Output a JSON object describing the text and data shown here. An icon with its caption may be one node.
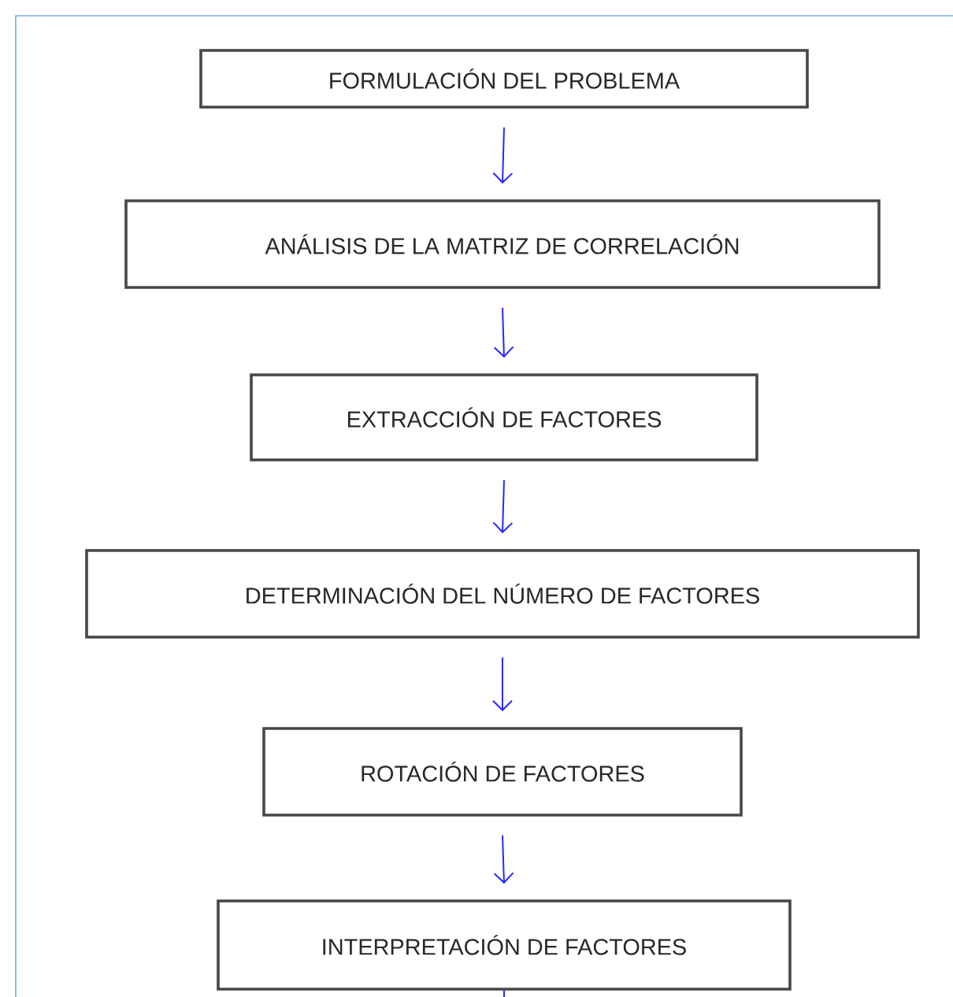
{
  "diagram": {
    "nodes": [
      {
        "text": [
          "FORMULACIÓN DEL PROBLEMA"
        ]
      },
      {
        "text": [
          "ANÁLISIS DE LA MATRIZ DE CORRELACIÓN"
        ]
      },
      {
        "text": [
          "EXTRACCIÓN DE FACTORES"
        ]
      },
      {
        "text": [
          "DETERMINACIÓN DEL NÚMERO DE FACTORES"
        ]
      },
      {
        "text": [
          "ROTACIÓN DE FACTORES"
        ]
      },
      {
        "text": [
          "INTERPRETACIÓN DE FACTORES"
        ]
      }
    ],
    "edges": [
      {
        "from": 0,
        "to": 1,
        "arrow": "to"
      },
      {
        "from": 1,
        "to": 2,
        "arrow": "to"
      },
      {
        "from": 2,
        "to": 3,
        "arrow": "to"
      },
      {
        "from": 3,
        "to": 4,
        "arrow": "to"
      },
      {
        "from": 4,
        "to": 5,
        "arrow": "to"
      },
      {
        "from": 5,
        "to": null,
        "arrow": "none"
      }
    ]
  }
}
